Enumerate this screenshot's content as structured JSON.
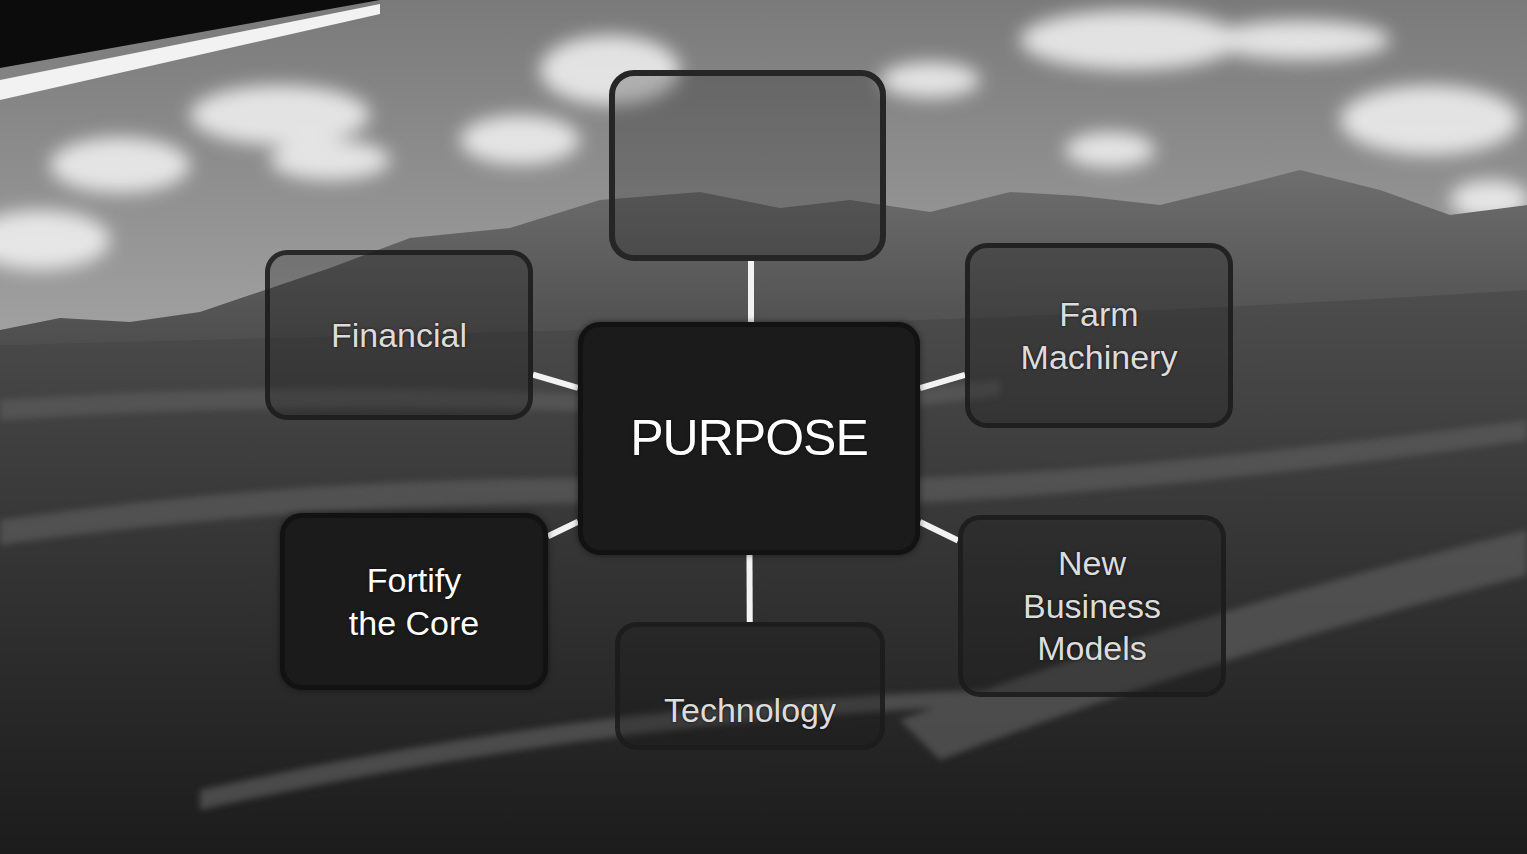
{
  "diagram": {
    "nodes": [
      {
        "text": [
          "Financial"
        ]
      },
      {
        "text": [
          "Farm Machinery"
        ]
      },
      {
        "text": [
          "PURPOSE"
        ]
      },
      {
        "text": [
          "Fortify the Core"
        ]
      },
      {
        "text": [
          "New Business Models"
        ]
      },
      {
        "text": [
          "Technology"
        ]
      }
    ],
    "edges": [
      {
        "from": 2,
        "to": 0,
        "arrow": "none"
      },
      {
        "from": 2,
        "to": 1,
        "arrow": "none"
      },
      {
        "from": 2,
        "to": 3,
        "arrow": "none"
      },
      {
        "from": 2,
        "to": 4,
        "arrow": "none"
      },
      {
        "from": 2,
        "to": 5,
        "arrow": "none"
      }
    ]
  }
}
